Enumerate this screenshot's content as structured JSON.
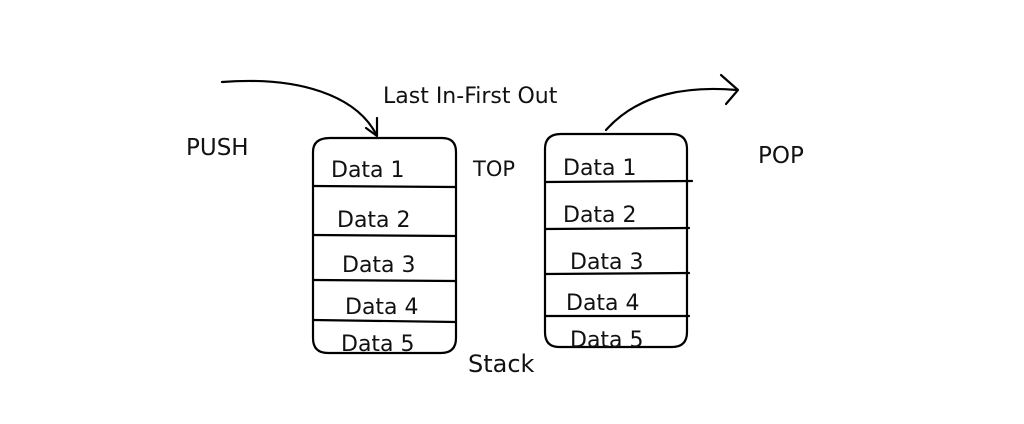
{
  "labels": {
    "push": "PUSH",
    "pop": "POP",
    "top": "TOP",
    "lifo": "Last In-First Out",
    "stack": "Stack"
  },
  "left_stack": {
    "items": [
      "Data 1",
      "Data 2",
      "Data 3",
      "Data 4",
      "Data 5"
    ]
  },
  "right_stack": {
    "items": [
      "Data 1",
      "Data 2",
      "Data 3",
      "Data 4",
      "Data 5"
    ]
  },
  "arrows": {
    "push": "push-arrow",
    "pop": "pop-arrow"
  }
}
